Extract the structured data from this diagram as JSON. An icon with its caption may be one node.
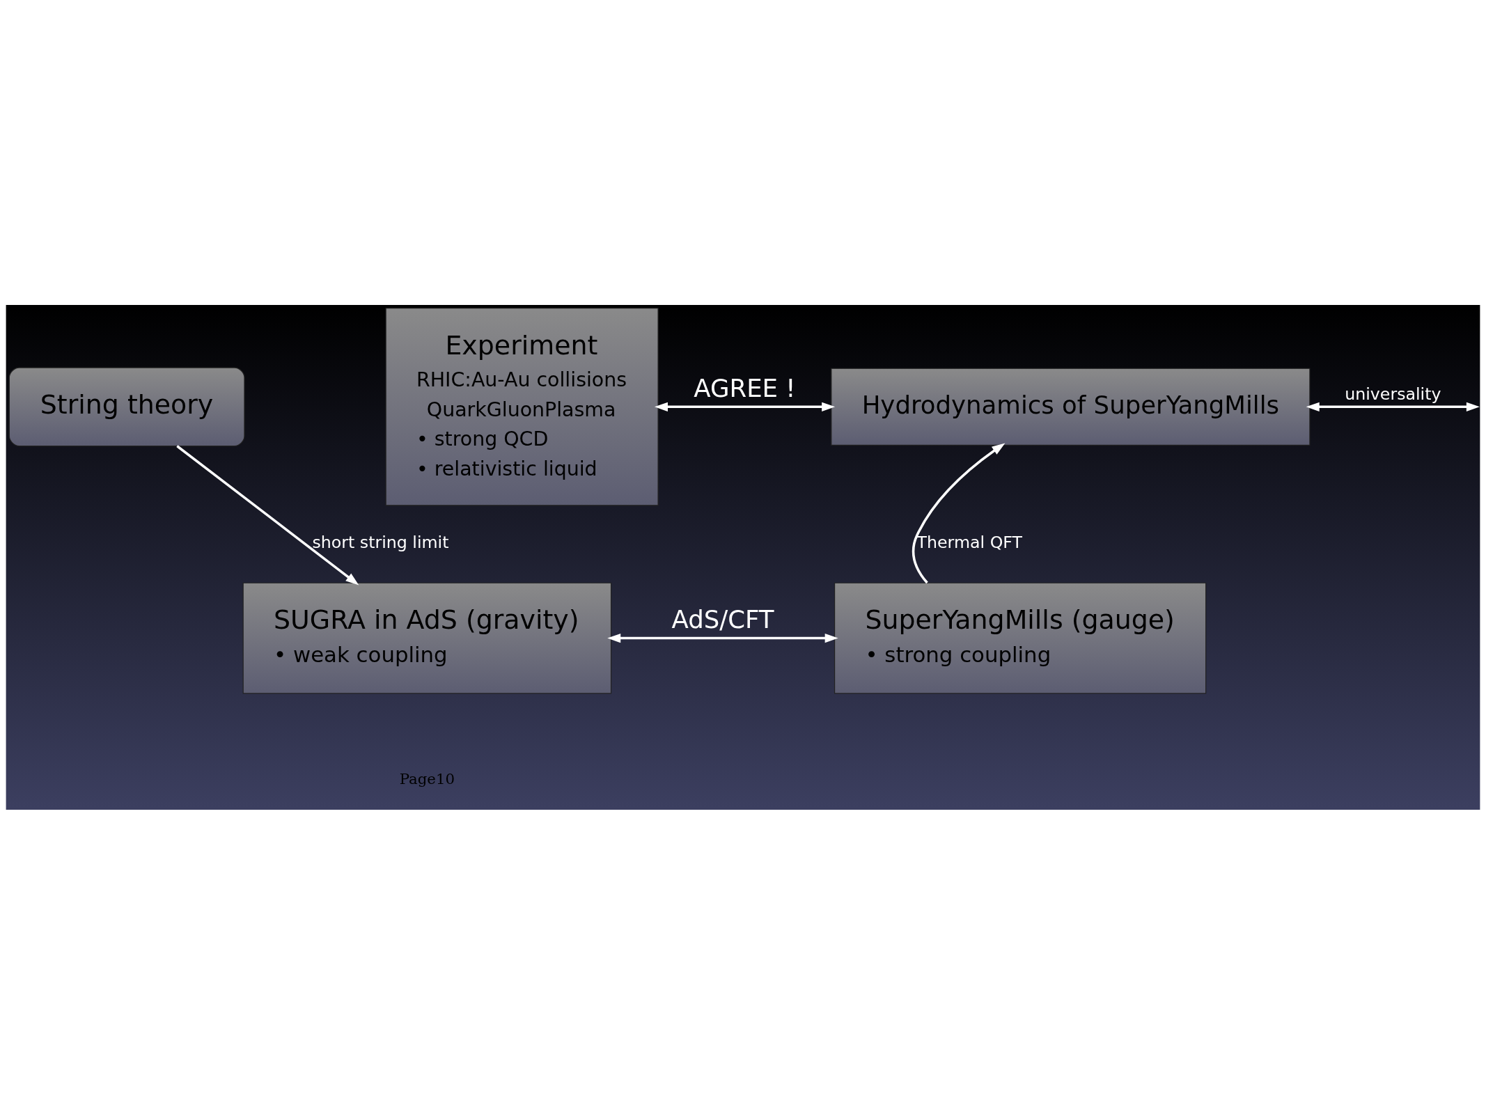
{
  "diagram": {
    "nodes": [
      {
        "text": [
          "Experiment",
          "RHIC:Au-Au collisions",
          "QuarkGluonPlasma",
          "• strong QCD",
          "• relativistic liquid"
        ]
      },
      {
        "text": [
          "Hydrodynamics of SuperYangMills"
        ]
      },
      {
        "text": [
          "String theory"
        ]
      },
      {
        "text": [
          "SUGRA in AdS (gravity)",
          "• weak coupling"
        ]
      },
      {
        "text": [
          "SuperYangMills (gauge)",
          "• strong coupling"
        ]
      }
    ],
    "edges": [
      {
        "from": 0,
        "to": 1,
        "arrow": "both",
        "label": "AGREE !"
      },
      {
        "from": 2,
        "to": 3,
        "arrow": "to",
        "label": "short string limit"
      },
      {
        "from": null,
        "to": 1,
        "arrow": "both",
        "label": "universality"
      },
      {
        "from": 4,
        "to": 1,
        "arrow": "to",
        "label": "Thermal QFT"
      },
      {
        "from": 3,
        "to": 4,
        "arrow": "both",
        "label": "AdS/CFT"
      }
    ],
    "labels": [
      "Page10"
    ]
  }
}
